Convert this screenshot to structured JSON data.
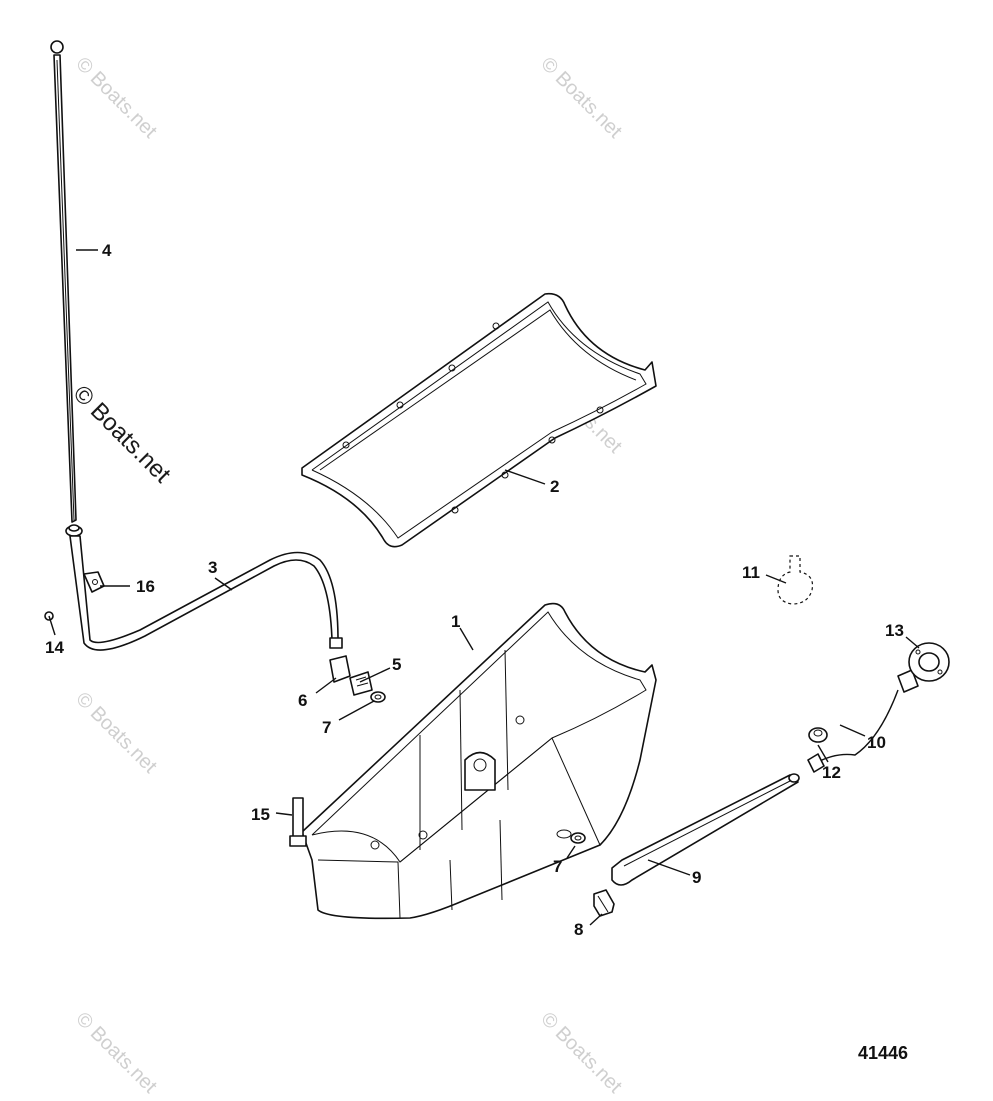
{
  "watermark": "© Boats.net",
  "figure_number": "41446",
  "callouts": {
    "c1": "1",
    "c2": "2",
    "c3": "3",
    "c4": "4",
    "c5": "5",
    "c6": "6",
    "c7a": "7",
    "c7b": "7",
    "c8": "8",
    "c9": "9",
    "c10": "10",
    "c11": "11",
    "c12": "12",
    "c13": "13",
    "c14": "14",
    "c15": "15",
    "c16": "16"
  }
}
